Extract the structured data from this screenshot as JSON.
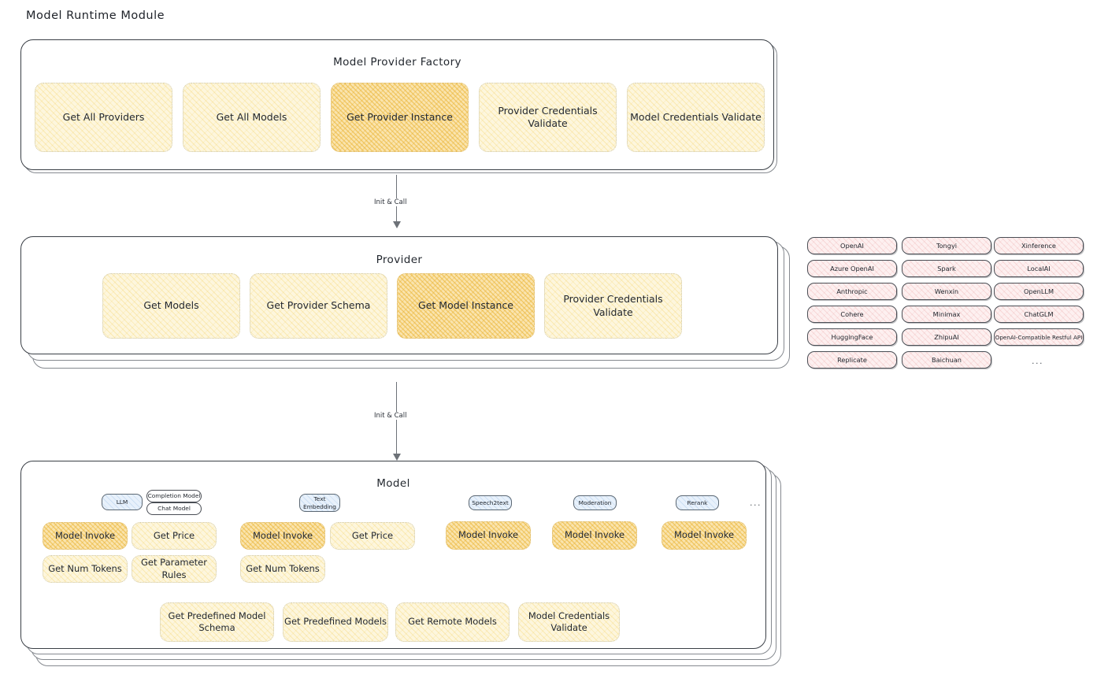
{
  "page": {
    "title": "Model Runtime Module"
  },
  "factory": {
    "title": "Model Provider Factory",
    "boxes": [
      {
        "label": "Get All Providers",
        "highlight": false
      },
      {
        "label": "Get All Models",
        "highlight": false
      },
      {
        "label": "Get Provider Instance",
        "highlight": true
      },
      {
        "label": "Provider Credentials Validate",
        "highlight": false
      },
      {
        "label": "Model Credentials Validate",
        "highlight": false
      }
    ]
  },
  "arrows": [
    {
      "label": "Init & Call"
    },
    {
      "label": "Init & Call"
    }
  ],
  "provider": {
    "title": "Provider",
    "boxes": [
      {
        "label": "Get Models",
        "highlight": false
      },
      {
        "label": "Get Provider Schema",
        "highlight": false
      },
      {
        "label": "Get Model Instance",
        "highlight": true
      },
      {
        "label": "Provider Credentials Validate",
        "highlight": false
      }
    ]
  },
  "provider_list": {
    "columns": [
      {
        "items": [
          "OpenAI",
          "Azure OpenAI",
          "Anthropic",
          "Cohere",
          "HuggingFace",
          "Replicate"
        ]
      },
      {
        "items": [
          "Tongyi",
          "Spark",
          "Wenxin",
          "Minimax",
          "ZhipuAI",
          "Baichuan"
        ]
      },
      {
        "items": [
          "Xinference",
          "LocalAI",
          "OpenLLM",
          "ChatGLM",
          "OpenAI-Compatible Restful API"
        ]
      }
    ],
    "more": "..."
  },
  "model": {
    "title": "Model",
    "more": "...",
    "types": [
      {
        "tag": "LLM",
        "subtags": [
          "Completion Model",
          "Chat Model"
        ],
        "boxes": [
          {
            "label": "Model Invoke",
            "highlight": true
          },
          {
            "label": "Get Price",
            "highlight": false
          },
          {
            "label": "Get Num Tokens",
            "highlight": false
          },
          {
            "label": "Get Parameter Rules",
            "highlight": false
          }
        ]
      },
      {
        "tag": "Text Embedding",
        "subtags": [],
        "boxes": [
          {
            "label": "Model Invoke",
            "highlight": true
          },
          {
            "label": "Get Price",
            "highlight": false
          },
          {
            "label": "Get Num Tokens",
            "highlight": false
          }
        ]
      },
      {
        "tag": "Speech2text",
        "subtags": [],
        "boxes": [
          {
            "label": "Model Invoke",
            "highlight": true
          }
        ]
      },
      {
        "tag": "Moderation",
        "subtags": [],
        "boxes": [
          {
            "label": "Model Invoke",
            "highlight": true
          }
        ]
      },
      {
        "tag": "Rerank",
        "subtags": [],
        "boxes": [
          {
            "label": "Model Invoke",
            "highlight": true
          }
        ]
      }
    ],
    "common_boxes": [
      {
        "label": "Get Predefined Model Schema"
      },
      {
        "label": "Get Predefined Models"
      },
      {
        "label": "Get Remote Models"
      },
      {
        "label": "Model Credentials Validate"
      }
    ]
  },
  "colors": {
    "box_fill": "#fdf6dd",
    "box_fill_highlight": "#fae4ae",
    "chip_fill": "#fdf0f0",
    "tag_blue": "#e8f1fb",
    "stroke": "#3a3f46"
  }
}
